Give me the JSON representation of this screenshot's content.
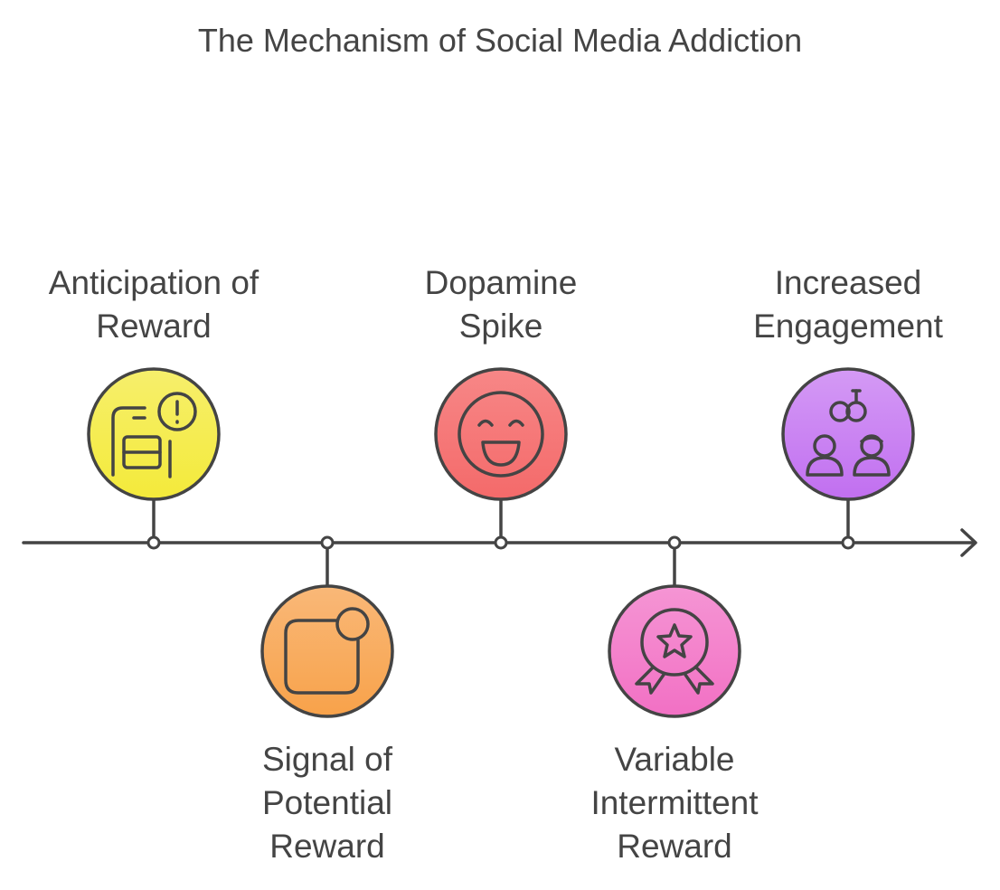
{
  "title": "The Mechanism of Social Media Addiction",
  "steps": [
    {
      "label_lines": [
        "Anticipation of",
        "Reward"
      ],
      "icon": "checklist-alert-icon",
      "color": "#f4ea3a",
      "color_top": "#f6ef6c",
      "position": "above"
    },
    {
      "label_lines": [
        "Signal of",
        "Potential",
        "Reward"
      ],
      "icon": "notification-badge-icon",
      "color": "#f8a24a",
      "color_top": "#f9b878",
      "position": "below"
    },
    {
      "label_lines": [
        "Dopamine",
        "Spike"
      ],
      "icon": "smiling-face-icon",
      "color": "#f46a6a",
      "color_top": "#f78787",
      "position": "above"
    },
    {
      "label_lines": [
        "Variable",
        "Intermittent",
        "Reward"
      ],
      "icon": "award-ribbon-icon",
      "color": "#f270c4",
      "color_top": "#f595d4",
      "position": "below"
    },
    {
      "label_lines": [
        "Increased",
        "Engagement"
      ],
      "icon": "people-connection-icon",
      "color": "#c16ff0",
      "color_top": "#d49af5",
      "position": "above"
    }
  ]
}
